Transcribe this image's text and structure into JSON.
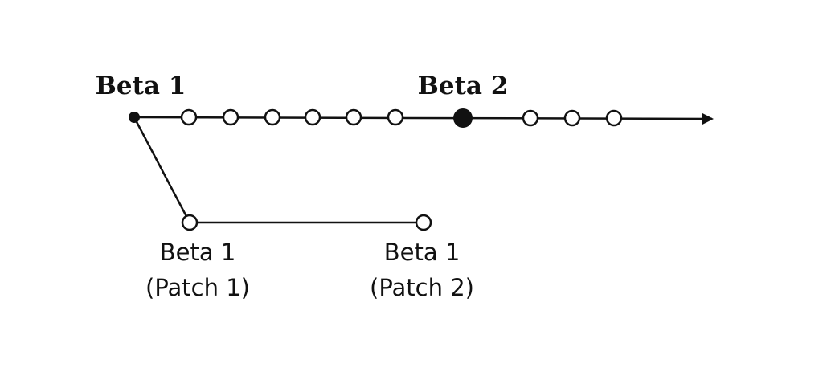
{
  "diagram": {
    "main_branch": {
      "start_label": "Beta 1",
      "milestone_label": "Beta 2"
    },
    "patch_branch": {
      "patch1": {
        "line1": "Beta 1",
        "line2": "(Patch 1)"
      },
      "patch2": {
        "line1": "Beta 1",
        "line2": "(Patch 2)"
      }
    },
    "colors": {
      "ink": "#111111",
      "background": "#ffffff"
    }
  }
}
